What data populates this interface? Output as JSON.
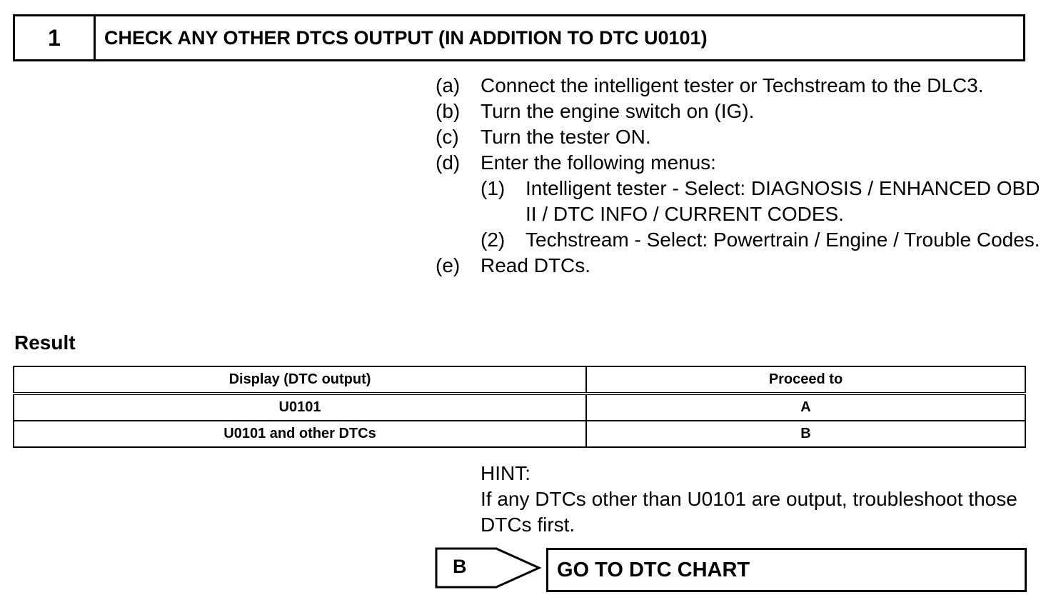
{
  "step": {
    "number": "1",
    "title": "CHECK ANY OTHER DTCS OUTPUT (IN ADDITION TO DTC U0101)"
  },
  "procedure": [
    {
      "label": "(a)",
      "text": "Connect the intelligent tester or Techstream to the DLC3."
    },
    {
      "label": "(b)",
      "text": "Turn the engine switch on (IG)."
    },
    {
      "label": "(c)",
      "text": "Turn the tester ON."
    },
    {
      "label": "(d)",
      "text": "Enter the following menus:"
    },
    {
      "label": "(e)",
      "text": "Read DTCs."
    }
  ],
  "submenus": [
    {
      "label": "(1)",
      "text": "Intelligent tester - Select: DIAGNOSIS / ENHANCED OBD II / DTC INFO / CURRENT CODES."
    },
    {
      "label": "(2)",
      "text": "Techstream - Select: Powertrain / Engine / Trouble Codes."
    }
  ],
  "result": {
    "title": "Result",
    "headers": [
      "Display (DTC output)",
      "Proceed to"
    ],
    "rows": [
      [
        "U0101",
        "A"
      ],
      [
        "U0101 and other DTCs",
        "B"
      ]
    ]
  },
  "hint": {
    "label": "HINT:",
    "text": "If any DTCs other than U0101 are output, troubleshoot those DTCs first."
  },
  "branch": {
    "label": "B",
    "action": "GO TO DTC CHART"
  }
}
